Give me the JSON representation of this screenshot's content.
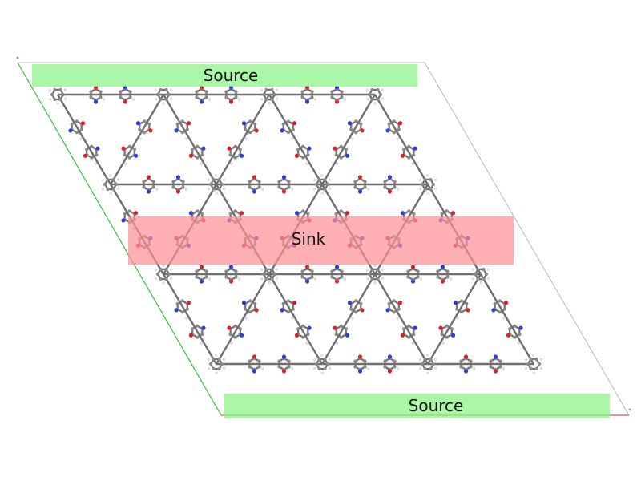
{
  "regions": [
    {
      "label": "Source",
      "color": "#8ef58a"
    },
    {
      "label": "Sink",
      "color": "#ff8f96"
    },
    {
      "label": "Source",
      "color": "#8ef58a"
    }
  ],
  "atom_colors": {
    "carbon": "#8a8a8a",
    "nitrogen": "#2f3fd6",
    "oxygen": "#d42525",
    "hydrogen": "#e8e8e8",
    "bond": "#6e6e6e"
  },
  "cell_edge_colors": {
    "a_axis": "#e05050",
    "b_axis": "#39c23c",
    "outline": "#b8b8c4"
  }
}
